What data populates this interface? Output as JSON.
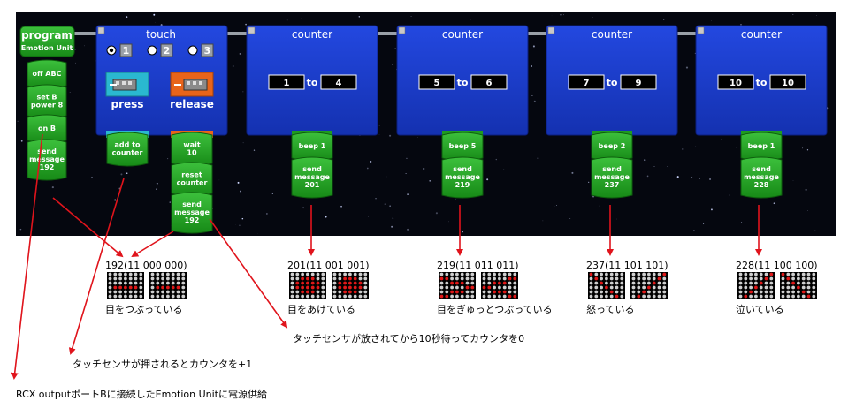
{
  "program": {
    "title": "program",
    "subtitle": "Emotion Unit",
    "blocks": [
      {
        "line1": "off ABC"
      },
      {
        "line1": "set B",
        "line2": "power 8"
      },
      {
        "line1": "on B"
      },
      {
        "line1": "send",
        "line2": "message",
        "line3": "192"
      }
    ]
  },
  "touch": {
    "title": "touch",
    "ports": [
      "1",
      "2",
      "3"
    ],
    "press_label": "press",
    "release_label": "release",
    "press_stack": [
      {
        "line1": "add to",
        "line2": "counter"
      }
    ],
    "release_stack": [
      {
        "line1": "wait",
        "line2": "10"
      },
      {
        "line1": "reset",
        "line2": "counter"
      },
      {
        "line1": "send",
        "line2": "message",
        "line3": "192"
      }
    ]
  },
  "counters": [
    {
      "title": "counter",
      "from": "1",
      "to_label": "to",
      "to": "4",
      "stack": [
        {
          "line1": "beep 1"
        },
        {
          "line1": "send",
          "line2": "message",
          "line3": "201"
        }
      ]
    },
    {
      "title": "counter",
      "from": "5",
      "to_label": "to",
      "to": "6",
      "stack": [
        {
          "line1": "beep 5"
        },
        {
          "line1": "send",
          "line2": "message",
          "line3": "219"
        }
      ]
    },
    {
      "title": "counter",
      "from": "7",
      "to_label": "to",
      "to": "9",
      "stack": [
        {
          "line1": "beep 2"
        },
        {
          "line1": "send",
          "line2": "message",
          "line3": "237"
        }
      ]
    },
    {
      "title": "counter",
      "from": "10",
      "to_label": "to",
      "to": "10",
      "stack": [
        {
          "line1": "beep 1"
        },
        {
          "line1": "send",
          "line2": "message",
          "line3": "228"
        }
      ]
    }
  ],
  "faces": [
    {
      "code": "192(11 000 000)",
      "caption": "目をつぶっている"
    },
    {
      "code": "201(11 001 001)",
      "caption": "目をあけている"
    },
    {
      "code": "219(11 011 011)",
      "caption": "目をぎゅっとつぶっている"
    },
    {
      "code": "237(11 101 101)",
      "caption": "怒っている"
    },
    {
      "code": "228(11 100 100)",
      "caption": "泣いている"
    }
  ],
  "notes": {
    "release": "タッチセンサが放されてから10秒待ってカウンタを0",
    "press": "タッチセンサが押されるとカウンタを+1",
    "power": "RCX outputポートBに接続したEmotion Unitに電源供給"
  },
  "colors": {
    "panel_blue": "#1a3cc8",
    "block_green": "#1f9b1f",
    "block_cyan": "#2ab8d0",
    "block_orange": "#e8641a",
    "space": "#05070f",
    "arrow": "#e0141c",
    "led_on": "#e01818",
    "led_off": "#101010"
  }
}
